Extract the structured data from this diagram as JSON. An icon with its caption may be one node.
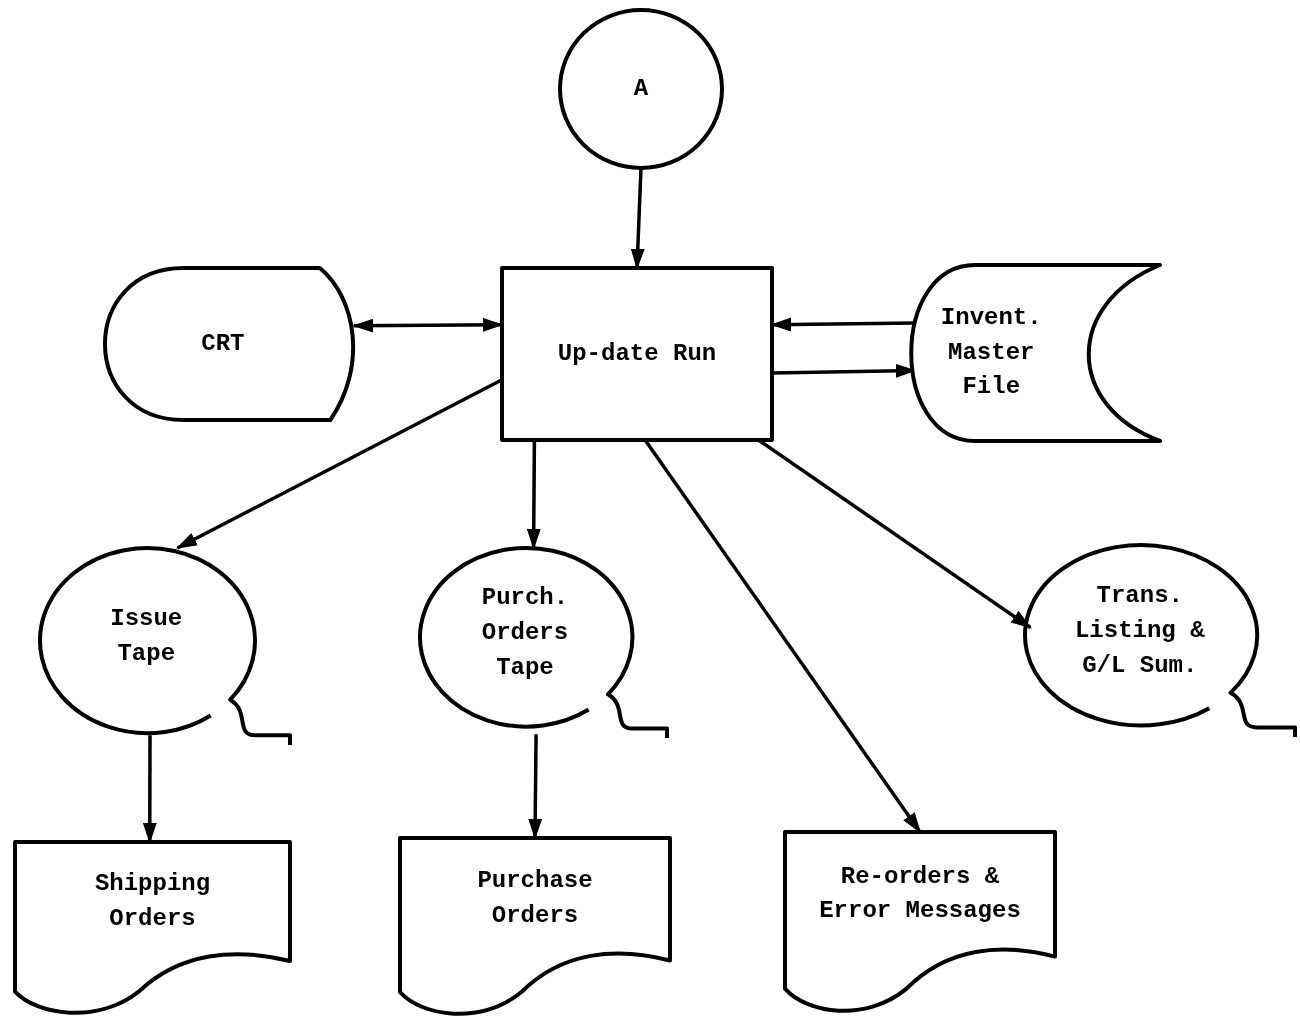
{
  "diagram": {
    "nodes": [
      {
        "text": [
          "A"
        ]
      },
      {
        "text": [
          "Up-date Run"
        ]
      },
      {
        "text": [
          "CRT"
        ]
      },
      {
        "text": [
          "Invent. Master File"
        ]
      },
      {
        "text": [
          "Issue Tape"
        ]
      },
      {
        "text": [
          "Purch. Orders Tape"
        ]
      },
      {
        "text": [
          "Trans. Listing & G/L Sum."
        ]
      },
      {
        "text": [
          "Shipping Orders"
        ]
      },
      {
        "text": [
          "Purchase Orders"
        ]
      },
      {
        "text": [
          "Re-orders & Error Messages"
        ]
      }
    ],
    "edges": [
      {
        "from": 0,
        "to": 1,
        "arrow": "to"
      },
      {
        "from": 1,
        "to": 2,
        "arrow": "both"
      },
      {
        "from": 3,
        "to": 1,
        "arrow": "to"
      },
      {
        "from": 1,
        "to": 3,
        "arrow": "to"
      },
      {
        "from": 1,
        "to": 4,
        "arrow": "to"
      },
      {
        "from": 1,
        "to": 5,
        "arrow": "to"
      },
      {
        "from": 1,
        "to": 9,
        "arrow": "to"
      },
      {
        "from": 1,
        "to": 6,
        "arrow": "to"
      },
      {
        "from": 4,
        "to": 7,
        "arrow": "to"
      },
      {
        "from": 5,
        "to": 8,
        "arrow": "to"
      }
    ]
  }
}
